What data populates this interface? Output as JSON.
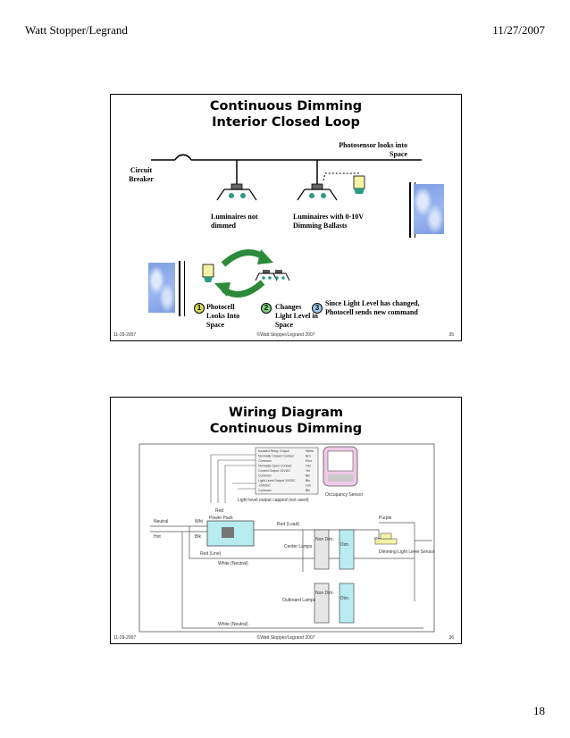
{
  "header": {
    "left": "Watt Stopper/Legrand",
    "right": "11/27/2007"
  },
  "page_number": "18",
  "slide1": {
    "title_line1": "Continuous Dimming",
    "title_line2": "Interior Closed Loop",
    "photosensor_label": "Photosensor looks into Space",
    "breaker_label": "Circuit Breaker",
    "luminaires_not_dimmed": "Luminaires not dimmed",
    "luminaires_dimming": "Luminaires with 0-10V Dimming Ballasts",
    "step1_num": "1",
    "step1_text": "Photocell Looks Into Space",
    "step2_num": "2",
    "step2_text": "Changes Light Level in Space",
    "step3_num": "3",
    "step3_text": "Since Light Level has changed, Photocell sends new command",
    "footer_date": "11-29-2007",
    "footer_copyright": "©Watt Stopper/Legrand 2007",
    "footer_number": "35"
  },
  "slide2": {
    "title_line1": "Wiring Diagram",
    "title_line2": "Continuous Dimming",
    "footer_date": "11-29-2007",
    "footer_copyright": "©Watt Stopper/Legrand 2007",
    "footer_number": "36",
    "diagram": {
      "neutral": "Neutral",
      "hot": "Hot",
      "wht": "Wht",
      "blk": "Blk",
      "red": "Red",
      "power_pack": "Power Pack",
      "red_load": "Red (Load)",
      "red_line": "Red (Line)",
      "white_neutral": "White (Neutral)",
      "purple": "Purple",
      "grey": "Grey",
      "center_lamps": "Center Lamps",
      "outboard_lamps": "Outboard Lamps",
      "non_dim": "Non Dim.",
      "dim": "Dim.",
      "dimming_sensor": "Dimming Light Level Sensor",
      "occupancy_sensor": "Occupancy Sensor",
      "light_level_capped": "Light level output capped (not used)",
      "terminal_rows": [
        "Isolated Relay Output",
        "Normally Closed Contact",
        "Common",
        "Normally Open Contact",
        "Control Output 24VDC",
        "Common",
        "Light Level Output 24VDC",
        "+24VDC",
        "Common"
      ],
      "terminal_colors": [
        "White",
        "Brn",
        "Red",
        "Orn",
        "Yel",
        "Blk",
        "Blu",
        "Grn",
        "Blk"
      ]
    }
  }
}
